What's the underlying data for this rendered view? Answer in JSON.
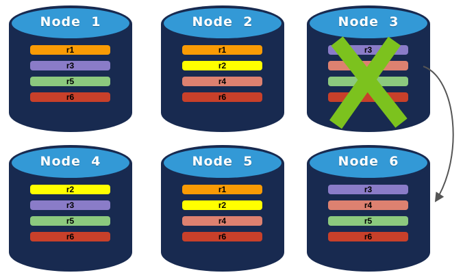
{
  "diagram": {
    "description_title": "",
    "nodes": [
      {
        "title": "Node  1",
        "failed": false,
        "bars": [
          {
            "label": "r1",
            "color": "orange"
          },
          {
            "label": "r3",
            "color": "purple"
          },
          {
            "label": "r5",
            "color": "green"
          },
          {
            "label": "r6",
            "color": "red"
          }
        ]
      },
      {
        "title": "Node  2",
        "failed": false,
        "bars": [
          {
            "label": "r1",
            "color": "orange"
          },
          {
            "label": "r2",
            "color": "yellow"
          },
          {
            "label": "r4",
            "color": "salmon"
          },
          {
            "label": "r6",
            "color": "red"
          }
        ]
      },
      {
        "title": "Node  3",
        "failed": true,
        "bars": [
          {
            "label": "r3",
            "color": "purple"
          },
          {
            "label": "",
            "color": "salmon"
          },
          {
            "label": "",
            "color": "green"
          },
          {
            "label": "",
            "color": "red"
          }
        ]
      },
      {
        "title": "Node  4",
        "failed": false,
        "bars": [
          {
            "label": "r2",
            "color": "yellow"
          },
          {
            "label": "r3",
            "color": "purple"
          },
          {
            "label": "r5",
            "color": "green"
          },
          {
            "label": "r6",
            "color": "red"
          }
        ]
      },
      {
        "title": "Node  5",
        "failed": false,
        "bars": [
          {
            "label": "r1",
            "color": "orange"
          },
          {
            "label": "r2",
            "color": "yellow"
          },
          {
            "label": "r4",
            "color": "salmon"
          },
          {
            "label": "r6",
            "color": "red"
          }
        ]
      },
      {
        "title": "Node  6",
        "failed": false,
        "bars": [
          {
            "label": "r3",
            "color": "purple"
          },
          {
            "label": "r4",
            "color": "salmon"
          },
          {
            "label": "r5",
            "color": "green"
          },
          {
            "label": "r6",
            "color": "red"
          }
        ]
      }
    ],
    "annotations": {
      "failure_x_on": "Node  3",
      "arrow_from": "Node  3",
      "arrow_to": "Node  6"
    },
    "palette": {
      "background": "#FFFFFF",
      "cylinder_body": "#182A50",
      "cylinder_top": "#3399D6",
      "title_text": "#FFFFFF",
      "bar_text": "#000000",
      "failure_x": "#7CC21E",
      "arrow": "#555555",
      "bar_colors": {
        "orange": "#F99B05",
        "yellow": "#FFFF00",
        "purple": "#8A7CC8",
        "green": "#8CC97E",
        "salmon": "#DD8170",
        "red": "#C8402A"
      }
    }
  }
}
